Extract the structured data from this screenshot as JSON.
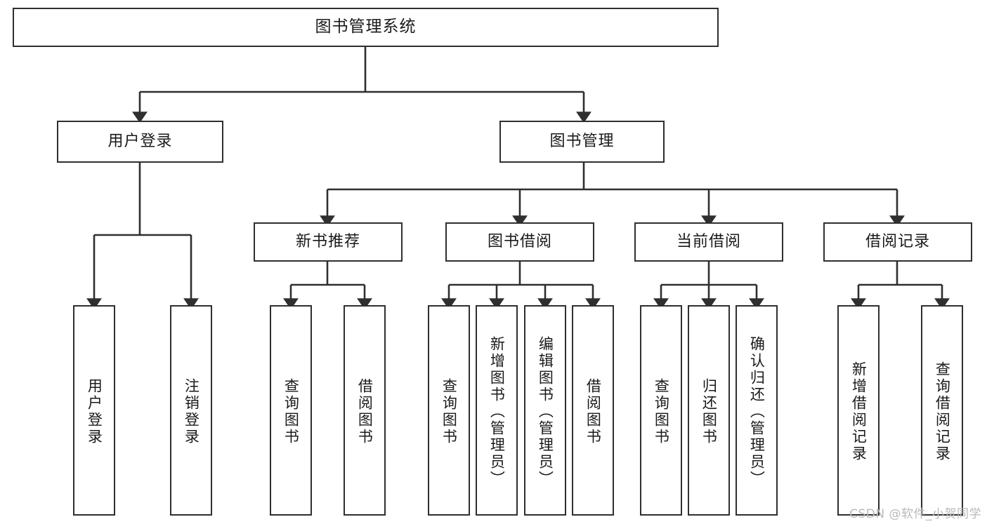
{
  "diagram": {
    "title": "图书管理系统",
    "type": "tree",
    "colors": {
      "background": "#ffffff",
      "box_border": "#2f2f2f",
      "box_fill": "#ffffff",
      "connector": "#2f2f2f",
      "text": "#1a1a1a",
      "watermark": "#b9b9b9"
    },
    "nodes": {
      "root": {
        "label": "图书管理系统"
      },
      "level1": [
        {
          "id": "user-login",
          "label": "用户登录"
        },
        {
          "id": "book-manage",
          "label": "图书管理"
        }
      ],
      "level2": [
        {
          "id": "new-book-rec",
          "label": "新书推荐"
        },
        {
          "id": "book-borrow",
          "label": "图书借阅"
        },
        {
          "id": "current-borrow",
          "label": "当前借阅"
        },
        {
          "id": "borrow-record",
          "label": "借阅记录"
        }
      ],
      "leaves": {
        "user-login": [
          {
            "id": "leaf-user-login",
            "label": "用户登录"
          },
          {
            "id": "leaf-user-logout",
            "label": "注销登录"
          }
        ],
        "new-book-rec": [
          {
            "id": "leaf-query-book-1",
            "label": "查询图书"
          },
          {
            "id": "leaf-borrow-book-1",
            "label": "借阅图书"
          }
        ],
        "book-borrow": [
          {
            "id": "leaf-query-book-2",
            "label": "查询图书"
          },
          {
            "id": "leaf-add-book",
            "label": "新增图书（管理员）"
          },
          {
            "id": "leaf-edit-book",
            "label": "编辑图书（管理员）"
          },
          {
            "id": "leaf-borrow-book-2",
            "label": "借阅图书"
          }
        ],
        "current-borrow": [
          {
            "id": "leaf-query-book-3",
            "label": "查询图书"
          },
          {
            "id": "leaf-return-book",
            "label": "归还图书"
          },
          {
            "id": "leaf-confirm-return",
            "label": "确认归还（管理员）"
          }
        ],
        "borrow-record": [
          {
            "id": "leaf-add-record",
            "label": "新增借阅记录"
          },
          {
            "id": "leaf-query-record",
            "label": "查询借阅记录"
          }
        ]
      }
    },
    "watermark": "CSDN @软件_小贺同学"
  }
}
